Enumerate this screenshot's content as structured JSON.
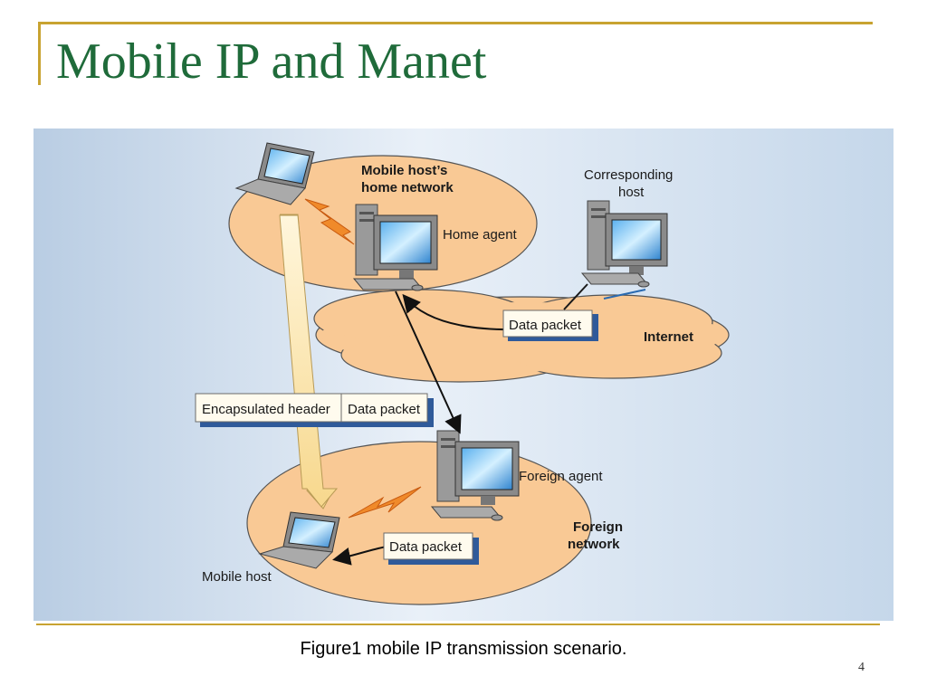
{
  "slide": {
    "title": "Mobile IP and Manet",
    "caption": "Figure1 mobile IP transmission scenario.",
    "page_number": "4"
  },
  "diagram": {
    "home_network_label": [
      "Mobile host’s",
      "home network"
    ],
    "home_agent_label": "Home agent",
    "corresponding_host_label": [
      "Corresponding",
      "host"
    ],
    "internet_label": "Internet",
    "internet_packet_label": "Data packet",
    "encapsulated_header_label": "Encapsulated header",
    "encapsulated_packet_label": "Data packet",
    "foreign_agent_label": "Foreign agent",
    "foreign_network_label": [
      "Foreign",
      "network"
    ],
    "foreign_packet_label": "Data packet",
    "mobile_host_label": "Mobile host"
  },
  "colors": {
    "title": "#1f6b3a",
    "frame_rule": "#c8a331",
    "network_fill": "#f9c995",
    "packet_shadow": "#2f5a9a"
  }
}
